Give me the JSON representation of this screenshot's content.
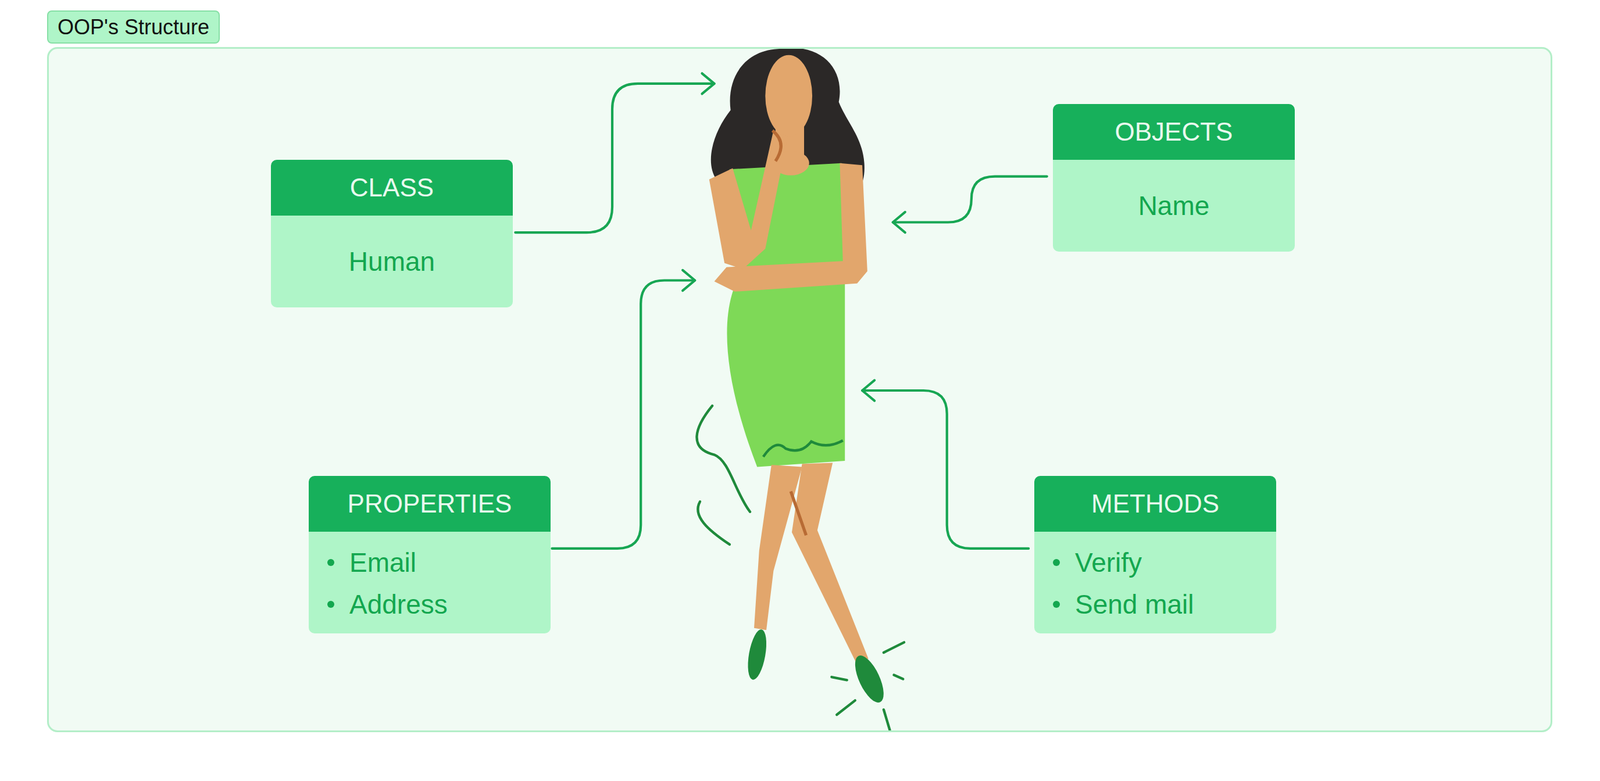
{
  "diagram": {
    "nodes": [
      {
        "text": [
          "OOP's Structure"
        ]
      },
      {
        "text": [
          "CLASS",
          "Human"
        ],
        "in": 0
      },
      {
        "text": [
          "OBJECTS",
          "Name"
        ],
        "in": 0
      },
      {
        "text": [
          "PROPERTIES",
          "Email",
          "Address"
        ],
        "in": 0
      },
      {
        "text": [
          "METHODS",
          "Verify",
          "Send mail"
        ],
        "in": 0
      }
    ]
  }
}
